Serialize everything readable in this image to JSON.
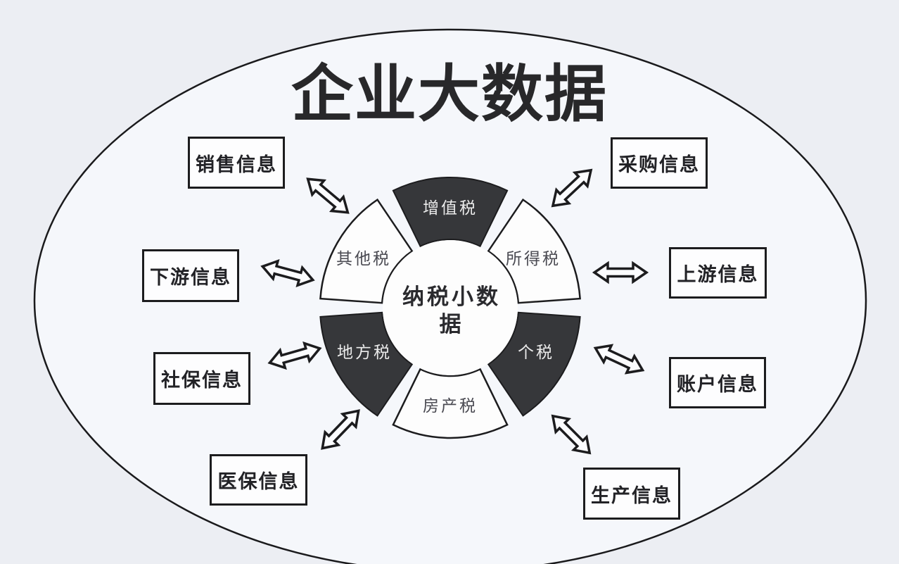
{
  "title": "企业大数据",
  "hub": {
    "label": "纳税小数据",
    "label_lines": [
      "纳税小数",
      "据"
    ],
    "segments": [
      {
        "label": "增值税",
        "theme": "dark"
      },
      {
        "label": "所得税",
        "theme": "light"
      },
      {
        "label": "个税",
        "theme": "dark"
      },
      {
        "label": "房产税",
        "theme": "light"
      },
      {
        "label": "地方税",
        "theme": "dark"
      },
      {
        "label": "其他税",
        "theme": "light"
      }
    ]
  },
  "nodes": [
    {
      "label": "销售信息",
      "position": "upper-left"
    },
    {
      "label": "采购信息",
      "position": "upper-right"
    },
    {
      "label": "下游信息",
      "position": "mid-left-upper"
    },
    {
      "label": "上游信息",
      "position": "mid-right-upper"
    },
    {
      "label": "社保信息",
      "position": "mid-left-lower"
    },
    {
      "label": "账户信息",
      "position": "mid-right-lower"
    },
    {
      "label": "医保信息",
      "position": "lower-left"
    },
    {
      "label": "生产信息",
      "position": "lower-right"
    }
  ],
  "connector_style": "double-headed-arrow",
  "colors": {
    "background": "#eceef3",
    "ellipse_fill": "#f5f7fb",
    "dark_segment": "#36373a",
    "light_segment": "#fdfdfd",
    "outline": "#1c1c1e",
    "dark_segment_text": "#ebebeb",
    "light_segment_text": "#4a4a52",
    "title_text": "#28282a"
  }
}
